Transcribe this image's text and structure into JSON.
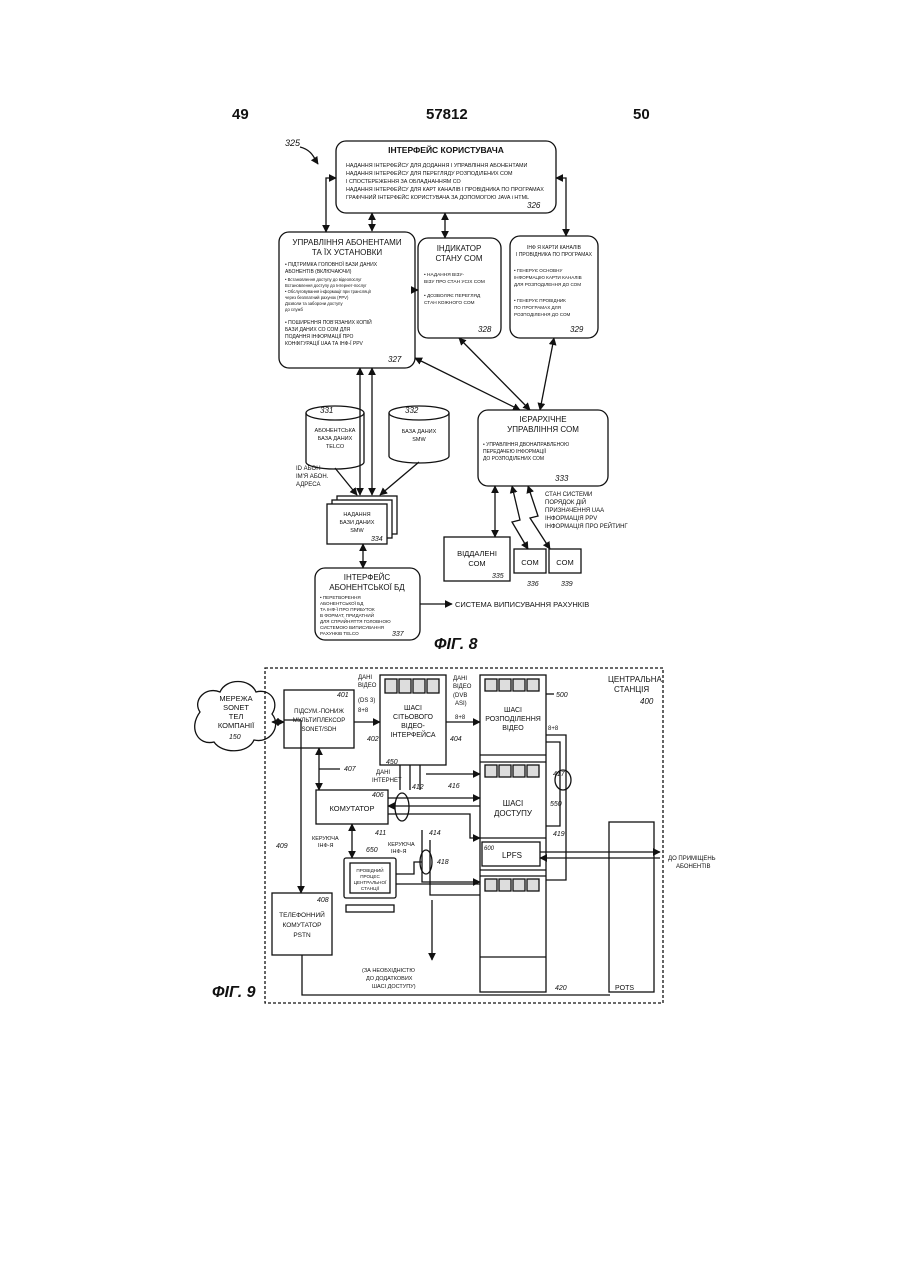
{
  "header": {
    "left": "49",
    "center": "57812",
    "right": "50"
  },
  "fig8": {
    "caption": "ФІГ. 8",
    "ref_325": "325",
    "ui": {
      "title": "ІНТЕРФЕЙС КОРИСТУВАЧА",
      "lines": [
        "НАДАННЯ ІНТЕРФЕЙСУ ДЛЯ ДОДАННЯ І УПРАВЛІННЯ АБОНЕНТАМИ",
        "НАДАННЯ ІНТЕРФЕЙСУ ДЛЯ ПЕРЕГЛЯДУ РОЗПОДІЛЕНИХ СОМ",
        "І СПОСТЕРЕЖЕННЯ ЗА ОБЛАДНАННЯМ СО",
        "НАДАННЯ ІНТЕРФЕЙСУ ДЛЯ КАРТ КАНАЛІВ І ПРОВІДНИКА ПО ПРОГРАМАХ",
        "ГРАФІЧНИЙ ІНТЕРФЕЙС КОРИСТУВАЧА ЗА ДОПОМОГОЮ JAVA і HTML"
      ],
      "ref": "326"
    },
    "subs": {
      "title1": "УПРАВЛІННЯ АБОНЕНТАМИ",
      "title2": "ТА ЇХ УСТАНОВКИ",
      "bullets": [
        "• ПІДТРИМКА ГОЛОВНОЇ БАЗИ ДАНИХ",
        "  АБОНЕНТІВ (ВКЛЮЧАЮЧИ)",
        "  • Встановлення доступу до відеопослуг",
        "    Встановлення доступу до Інтернет-послуг",
        "  • Обслуговування інформації при трансляції",
        "    через безплатний рахунок (PPV)",
        "    Дозволи та заборони доступу",
        "    до служб",
        "• ПОШИРЕННЯ ПОВ'ЯЗАНИХ КОПІЙ",
        "  БАЗИ ДАНИХ СО СОМ ДЛЯ",
        "  ПОДАННЯ ІНФОРМАЦІЇ ПРО",
        "  КОНФІГУРАЦІЇ UAA ТА ІНФ-Ї PPV"
      ],
      "ref": "327"
    },
    "status": {
      "title1": "ІНДИКАТОР",
      "title2": "СТАНУ СОМ",
      "lines": [
        "• НАДАННЯ ВІЗУ-",
        "  ВІЗУ ПРО СТАН УСІХ СОМ",
        "",
        "• ДОЗВОЛЯЄ ПЕРЕГЛЯД",
        "  СТАН КОЖНОГО СОМ"
      ],
      "ref": "328"
    },
    "guide": {
      "title1": "ІНФ Я КАРТИ КАНАЛІВ",
      "title2": "І ПРОВІДНИКА ПО ПРОГРАМАХ",
      "lines": [
        "• ГЕНЕРУЄ ОСНОВНУ",
        "  ІНФОРМАЦІЮ КАРТИ КАНАЛІВ",
        "  ДЛЯ РОЗПОДІЛЕННЯ ДО СОМ",
        "",
        "• ГЕНЕРУЄ ПРОВІДНИК",
        "  ПО ПРОГРАМАХ ДЛЯ",
        "  РОЗПОДІЛЕННЯ ДО СОМ"
      ],
      "ref": "329"
    },
    "db331": {
      "lines": [
        "АБОНЕНТСЬКА",
        "БАЗА ДАНИХ",
        "TELCO"
      ],
      "ref": "331"
    },
    "db332": {
      "lines": [
        "БАЗА ДАНИХ",
        "SMW"
      ],
      "ref": "332"
    },
    "hier": {
      "title1": "ІЄРАРХІЧНЕ",
      "title2": "УПРАВЛІННЯ СОМ",
      "lines": [
        "• УПРАВЛІННЯ ДВОНАПРАВЛЕНОЮ",
        "  ПЕРЕДАЧЕЮ ІНФОРМАЦІЇ",
        "  ДО РОЗПОДІЛЕНИХ СОМ"
      ],
      "ref": "333"
    },
    "idnote": [
      "ID АБОН",
      "ІМ'Я АБОН.",
      "АДРЕСА"
    ],
    "smwstack": {
      "lines": [
        "НАДАННЯ",
        "БАЗИ ДАНИХ",
        "SMW"
      ],
      "ref": "334"
    },
    "statusnote": [
      "СТАН СИСТЕМИ",
      "ПОРЯДОК ДІЙ",
      "ПРИЗНАЧЕННЯ UAA",
      "ІНФОРМАЦІЯ PPV",
      "ІНФОРМАЦІЯ ПРО РЕЙТИНГ"
    ],
    "remote": {
      "lines": [
        "ВІДДАЛЕНІ",
        "СОМ"
      ],
      "ref": "335"
    },
    "com1": {
      "label": "COM",
      "ref": "336"
    },
    "com2": {
      "label": "COM",
      "ref": "339"
    },
    "sdb": {
      "title1": "ІНТЕРФЕЙС",
      "title2": "АБОНЕНТСЬКОЇ БД",
      "lines": [
        "• ПЕРЕТВОРЕННЯ",
        "  АБОНЕНТСЬКОЇ БД",
        "  ТА ІНФ-Ї ПРО ПРИБУТОК",
        "  В ФОРМАТ, ПРИДАТНИЙ",
        "  ДЛЯ СПРИЙНЯТТЯ ГОЛОВНОЮ",
        "  СИСТЕМОЮ ВИПИСУВАННЯ",
        "  РАХУНКІВ TELCO"
      ],
      "ref": "337"
    },
    "billing": "СИСТЕМА ВИПИСУВАННЯ РАХУНКІВ"
  },
  "fig9": {
    "caption": "ФІГ. 9",
    "central": {
      "lines": [
        "ЦЕНТРАЛЬНА",
        "СТАНЦІЯ"
      ],
      "ref": "400"
    },
    "cloud": {
      "lines": [
        "МЕРЕЖА",
        "SONET",
        "ТЕЛ",
        "КОМПАНІЇ"
      ],
      "ref": "150"
    },
    "mux": {
      "lines": [
        "ПІДСУМ.-ПОНИЖ",
        "МУЛЬТИПЛЕКСОР",
        "SONET/SDH"
      ],
      "ref": "401"
    },
    "videodata": [
      "ДАНІ",
      "ВІДЕО",
      "(DS 3)",
      "8+8"
    ],
    "chassisvideo": {
      "lines": [
        "ШАСІ",
        "СІТЬОВОГО",
        "ВІДЕО-",
        "ІНТЕРФЕЙСА"
      ]
    },
    "dvbdata": [
      "ДАНІ",
      "ВІДЕО",
      "(DVB",
      "ASI)",
      "8+8"
    ],
    "chassisdist": {
      "lines": [
        "ШАСІ",
        "РОЗПОДІЛЕННЯ",
        "ВІДЕО"
      ],
      "ref": "500"
    },
    "internet": [
      "ДАНІ",
      "ІНТЕРНЕТ"
    ],
    "switch": {
      "label": "КОМУТАТОР",
      "ref": "406"
    },
    "access": {
      "lines": [
        "ШАСІ",
        "ДОСТУПУ"
      ],
      "ref": "550"
    },
    "lpfs": {
      "label": "LPFS",
      "ref": "600"
    },
    "control1": [
      "КЕРУЮЧА",
      "ІНФ-Я"
    ],
    "control2": [
      "КЕРУЮЧА",
      "ІНФ-Я"
    ],
    "pc": {
      "lines": [
        "ПРОВІДНИЙ",
        "ПРОЦЕС",
        "ЦЕНТРАЛЬНОЇ",
        "СТАНЦІЇ"
      ],
      "ref": "650"
    },
    "pstn": {
      "lines": [
        "ТЕЛЕФОННИЙ",
        "КОМУТАТОР",
        "PSTN"
      ],
      "ref": "408"
    },
    "toprem": [
      "ДО ПРИМІЩЕНЬ",
      "АБОНЕНТІВ"
    ],
    "more": [
      "(ЗА НЕОБХІДНІСТЮ",
      "ДО ДОДАТКОВИХ",
      "ШАСІ ДОСТУПУ)"
    ],
    "pots": "POTS",
    "eight": "8+8",
    "refs": {
      "r402": "402",
      "r404": "404",
      "r407": "407",
      "r409": "409",
      "r411": "411",
      "r412": "412",
      "r414": "414",
      "r416": "416",
      "r417": "417",
      "r418": "418",
      "r419": "419",
      "r420": "420",
      "r450": "450"
    }
  }
}
